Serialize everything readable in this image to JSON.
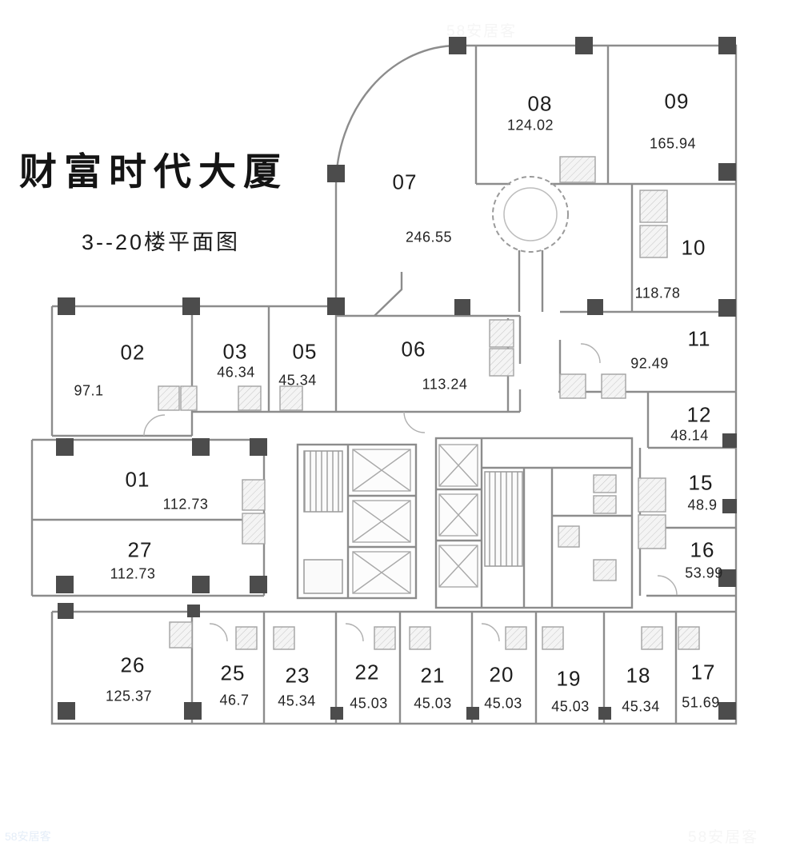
{
  "title": "财富时代大厦",
  "subtitle": "3--20楼平面图",
  "watermark": "58安居客",
  "rooms": [
    {
      "number": "01",
      "area": "112.73"
    },
    {
      "number": "02",
      "area": "97.1"
    },
    {
      "number": "03",
      "area": "46.34"
    },
    {
      "number": "05",
      "area": "45.34"
    },
    {
      "number": "06",
      "area": "113.24"
    },
    {
      "number": "07",
      "area": "246.55"
    },
    {
      "number": "08",
      "area": "124.02"
    },
    {
      "number": "09",
      "area": "165.94"
    },
    {
      "number": "10",
      "area": "118.78"
    },
    {
      "number": "11",
      "area": "92.49"
    },
    {
      "number": "12",
      "area": "48.14"
    },
    {
      "number": "15",
      "area": "48.9"
    },
    {
      "number": "16",
      "area": "53.99"
    },
    {
      "number": "17",
      "area": "51.69"
    },
    {
      "number": "18",
      "area": "45.34"
    },
    {
      "number": "19",
      "area": "45.03"
    },
    {
      "number": "20",
      "area": "45.03"
    },
    {
      "number": "21",
      "area": "45.03"
    },
    {
      "number": "22",
      "area": "45.03"
    },
    {
      "number": "23",
      "area": "45.34"
    },
    {
      "number": "25",
      "area": "46.7"
    },
    {
      "number": "26",
      "area": "125.37"
    },
    {
      "number": "27",
      "area": "112.73"
    }
  ]
}
